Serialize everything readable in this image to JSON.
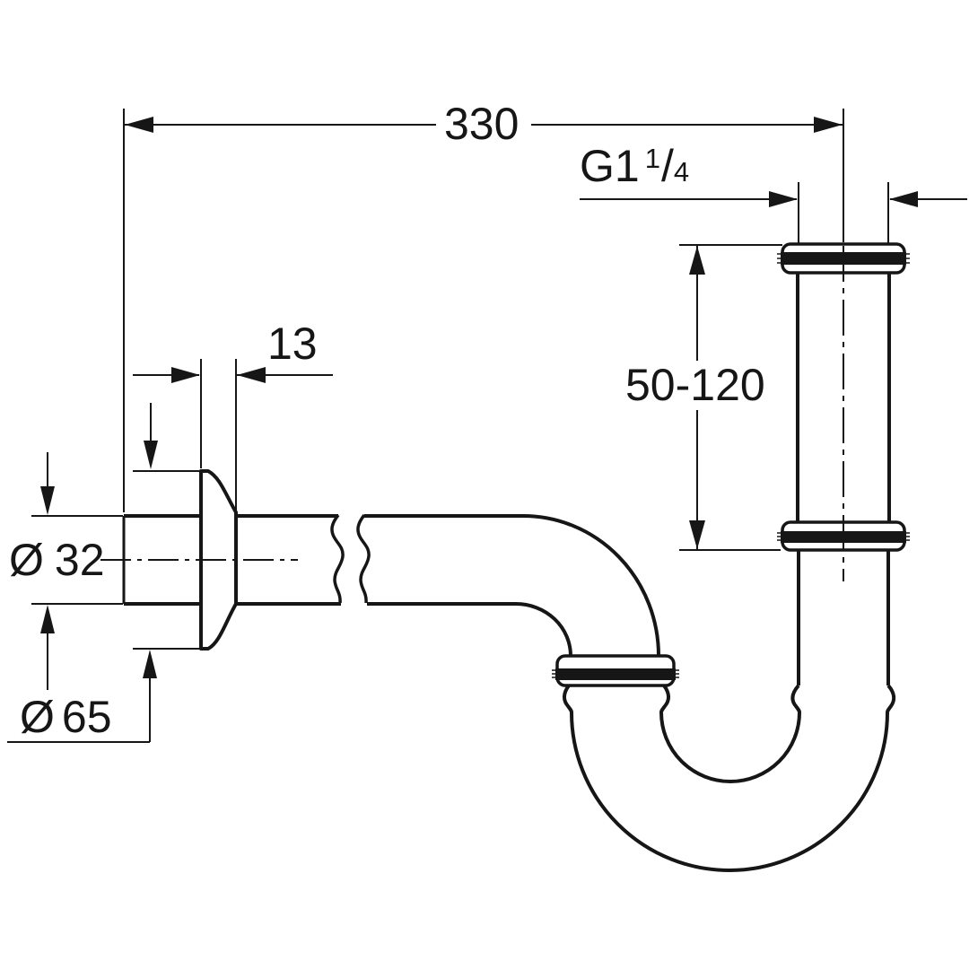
{
  "colors": {
    "ink": "#161616",
    "background": "#ffffff"
  },
  "dimensions": {
    "overall_length": "330",
    "thread_size": {
      "prefix": "G1",
      "numerator": "1",
      "slash": "/",
      "denominator": "4"
    },
    "height_range": "50-120",
    "flange_offset": "13",
    "pipe_diameter": {
      "symbol": "Ø",
      "value": "32"
    },
    "rosette_diameter": {
      "symbol": "Ø",
      "value": "65"
    }
  }
}
